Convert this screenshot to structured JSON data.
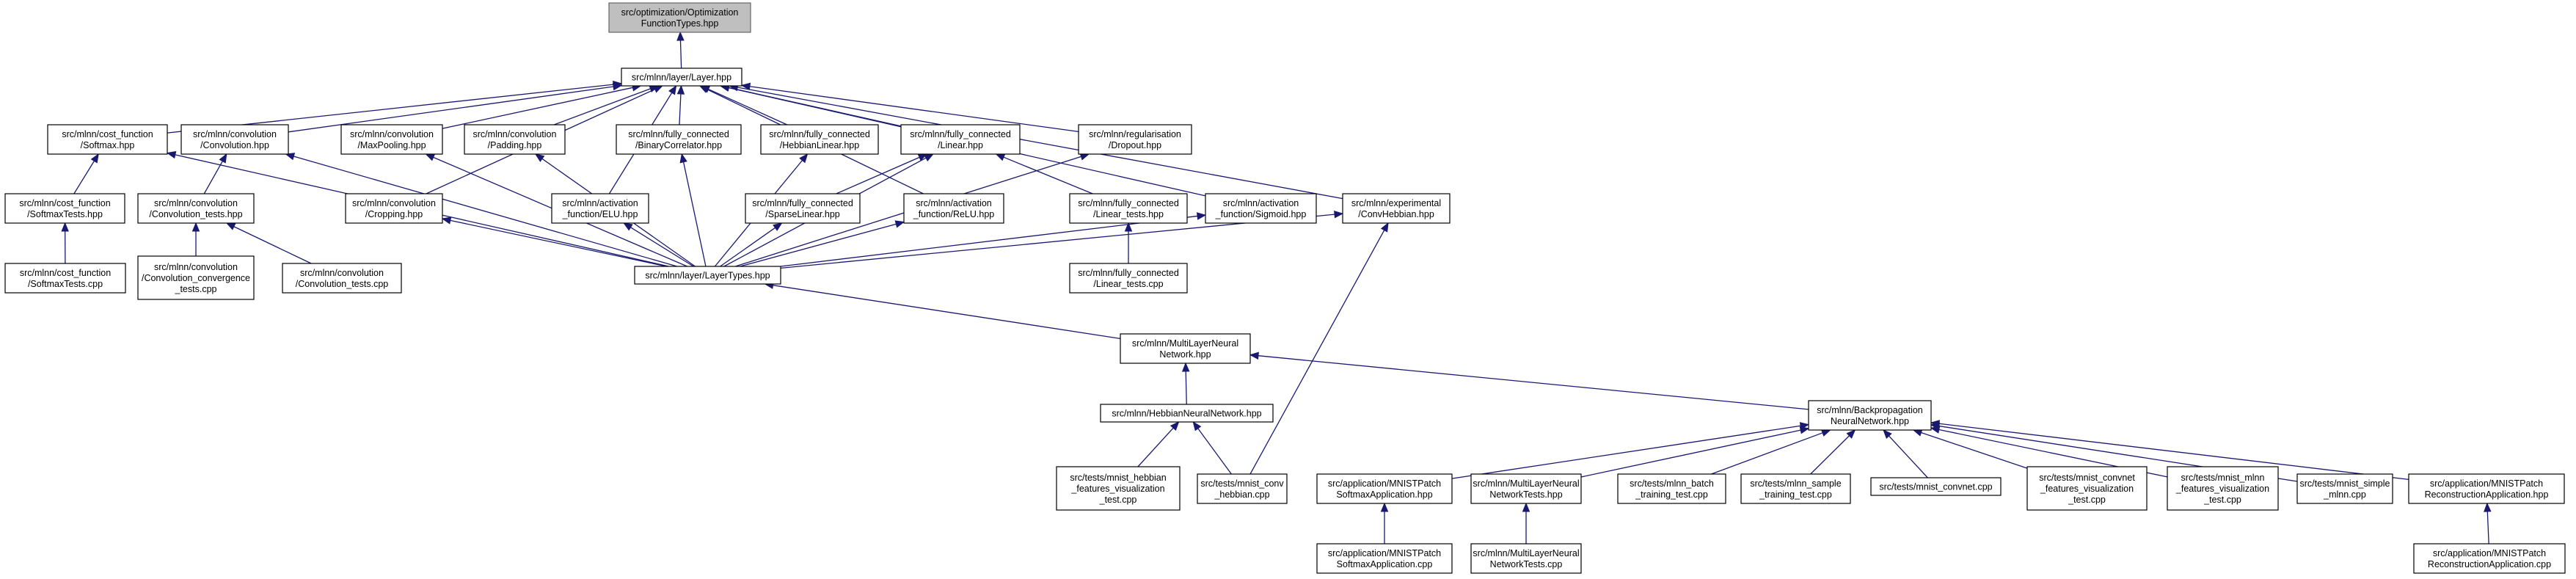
{
  "diagram": {
    "nodes": [
      {
        "id": "n0",
        "lines": [
          "src/optimization/Optimization",
          "FunctionTypes.hpp"
        ],
        "root": true
      },
      {
        "id": "n1",
        "lines": [
          "src/mlnn/layer/Layer.hpp"
        ]
      },
      {
        "id": "n2",
        "lines": [
          "src/mlnn/cost_function",
          "/Softmax.hpp"
        ]
      },
      {
        "id": "n3",
        "lines": [
          "src/mlnn/convolution",
          "/Convolution.hpp"
        ]
      },
      {
        "id": "n4",
        "lines": [
          "src/mlnn/convolution",
          "/MaxPooling.hpp"
        ]
      },
      {
        "id": "n5",
        "lines": [
          "src/mlnn/convolution",
          "/Padding.hpp"
        ]
      },
      {
        "id": "n6",
        "lines": [
          "src/mlnn/fully_connected",
          "/BinaryCorrelator.hpp"
        ]
      },
      {
        "id": "n7",
        "lines": [
          "src/mlnn/fully_connected",
          "/HebbianLinear.hpp"
        ]
      },
      {
        "id": "n8",
        "lines": [
          "src/mlnn/fully_connected",
          "/Linear.hpp"
        ]
      },
      {
        "id": "n9",
        "lines": [
          "src/mlnn/regularisation",
          "/Dropout.hpp"
        ]
      },
      {
        "id": "n10",
        "lines": [
          "src/mlnn/cost_function",
          "/SoftmaxTests.hpp"
        ]
      },
      {
        "id": "n11",
        "lines": [
          "src/mlnn/convolution",
          "/Convolution_tests.hpp"
        ]
      },
      {
        "id": "n12",
        "lines": [
          "src/mlnn/convolution",
          "/Cropping.hpp"
        ]
      },
      {
        "id": "n13",
        "lines": [
          "src/mlnn/activation",
          "_function/ELU.hpp"
        ]
      },
      {
        "id": "n14",
        "lines": [
          "src/mlnn/fully_connected",
          "/SparseLinear.hpp"
        ]
      },
      {
        "id": "n15",
        "lines": [
          "src/mlnn/activation",
          "_function/ReLU.hpp"
        ]
      },
      {
        "id": "n16",
        "lines": [
          "src/mlnn/fully_connected",
          "/Linear_tests.hpp"
        ]
      },
      {
        "id": "n17",
        "lines": [
          "src/mlnn/activation",
          "_function/Sigmoid.hpp"
        ]
      },
      {
        "id": "n18",
        "lines": [
          "src/mlnn/experimental",
          "/ConvHebbian.hpp"
        ]
      },
      {
        "id": "n19",
        "lines": [
          "src/mlnn/cost_function",
          "/SoftmaxTests.cpp"
        ]
      },
      {
        "id": "n20",
        "lines": [
          "src/mlnn/convolution",
          "/Convolution_convergence",
          "_tests.cpp"
        ]
      },
      {
        "id": "n21",
        "lines": [
          "src/mlnn/convolution",
          "/Convolution_tests.cpp"
        ]
      },
      {
        "id": "n22",
        "lines": [
          "src/mlnn/layer/LayerTypes.hpp"
        ]
      },
      {
        "id": "n23",
        "lines": [
          "src/mlnn/fully_connected",
          "/Linear_tests.cpp"
        ]
      },
      {
        "id": "n24",
        "lines": [
          "src/mlnn/MultiLayerNeural",
          "Network.hpp"
        ]
      },
      {
        "id": "n25",
        "lines": [
          "src/mlnn/HebbianNeuralNetwork.hpp"
        ]
      },
      {
        "id": "n26",
        "lines": [
          "src/mlnn/Backpropagation",
          "NeuralNetwork.hpp"
        ]
      },
      {
        "id": "n27",
        "lines": [
          "src/tests/mnist_hebbian",
          "_features_visualization",
          "_test.cpp"
        ]
      },
      {
        "id": "n28",
        "lines": [
          "src/tests/mnist_conv",
          "_hebbian.cpp"
        ]
      },
      {
        "id": "n29",
        "lines": [
          "src/application/MNISTPatch",
          "SoftmaxApplication.hpp"
        ]
      },
      {
        "id": "n30",
        "lines": [
          "src/mlnn/MultiLayerNeural",
          "NetworkTests.hpp"
        ]
      },
      {
        "id": "n31",
        "lines": [
          "src/tests/mlnn_batch",
          "_training_test.cpp"
        ]
      },
      {
        "id": "n32",
        "lines": [
          "src/tests/mlnn_sample",
          "_training_test.cpp"
        ]
      },
      {
        "id": "n33",
        "lines": [
          "src/tests/mnist_convnet.cpp"
        ]
      },
      {
        "id": "n34",
        "lines": [
          "src/tests/mnist_convnet",
          "_features_visualization",
          "_test.cpp"
        ]
      },
      {
        "id": "n35",
        "lines": [
          "src/tests/mnist_mlnn",
          "_features_visualization",
          "_test.cpp"
        ]
      },
      {
        "id": "n36",
        "lines": [
          "src/tests/mnist_simple",
          "_mlnn.cpp"
        ]
      },
      {
        "id": "n37",
        "lines": [
          "src/application/MNISTPatch",
          "ReconstructionApplication.hpp"
        ]
      },
      {
        "id": "n38",
        "lines": [
          "src/application/MNISTPatch",
          "SoftmaxApplication.cpp"
        ]
      },
      {
        "id": "n39",
        "lines": [
          "src/mlnn/MultiLayerNeural",
          "NetworkTests.cpp"
        ]
      },
      {
        "id": "n40",
        "lines": [
          "src/application/MNISTPatch",
          "ReconstructionApplication.cpp"
        ]
      }
    ],
    "edges": [
      [
        "n1",
        "n0"
      ],
      [
        "n2",
        "n1"
      ],
      [
        "n3",
        "n1"
      ],
      [
        "n4",
        "n1"
      ],
      [
        "n5",
        "n1"
      ],
      [
        "n6",
        "n1"
      ],
      [
        "n7",
        "n1"
      ],
      [
        "n8",
        "n1"
      ],
      [
        "n9",
        "n1"
      ],
      [
        "n12",
        "n1"
      ],
      [
        "n13",
        "n1"
      ],
      [
        "n15",
        "n1"
      ],
      [
        "n17",
        "n1"
      ],
      [
        "n18",
        "n1"
      ],
      [
        "n10",
        "n2"
      ],
      [
        "n19",
        "n10"
      ],
      [
        "n11",
        "n3"
      ],
      [
        "n20",
        "n11"
      ],
      [
        "n21",
        "n11"
      ],
      [
        "n14",
        "n8"
      ],
      [
        "n16",
        "n8"
      ],
      [
        "n23",
        "n16"
      ],
      [
        "n22",
        "n2"
      ],
      [
        "n22",
        "n3"
      ],
      [
        "n22",
        "n4"
      ],
      [
        "n22",
        "n5"
      ],
      [
        "n22",
        "n6"
      ],
      [
        "n22",
        "n7"
      ],
      [
        "n22",
        "n8"
      ],
      [
        "n22",
        "n9"
      ],
      [
        "n22",
        "n12"
      ],
      [
        "n22",
        "n13"
      ],
      [
        "n22",
        "n14"
      ],
      [
        "n22",
        "n15"
      ],
      [
        "n22",
        "n17"
      ],
      [
        "n22",
        "n18"
      ],
      [
        "n24",
        "n22"
      ],
      [
        "n25",
        "n24"
      ],
      [
        "n26",
        "n24"
      ],
      [
        "n27",
        "n25"
      ],
      [
        "n28",
        "n25"
      ],
      [
        "n28",
        "n18"
      ],
      [
        "n29",
        "n26"
      ],
      [
        "n30",
        "n26"
      ],
      [
        "n31",
        "n26"
      ],
      [
        "n32",
        "n26"
      ],
      [
        "n33",
        "n26"
      ],
      [
        "n34",
        "n26"
      ],
      [
        "n35",
        "n26"
      ],
      [
        "n36",
        "n26"
      ],
      [
        "n37",
        "n26"
      ],
      [
        "n38",
        "n29"
      ],
      [
        "n39",
        "n30"
      ],
      [
        "n40",
        "n37"
      ]
    ]
  }
}
